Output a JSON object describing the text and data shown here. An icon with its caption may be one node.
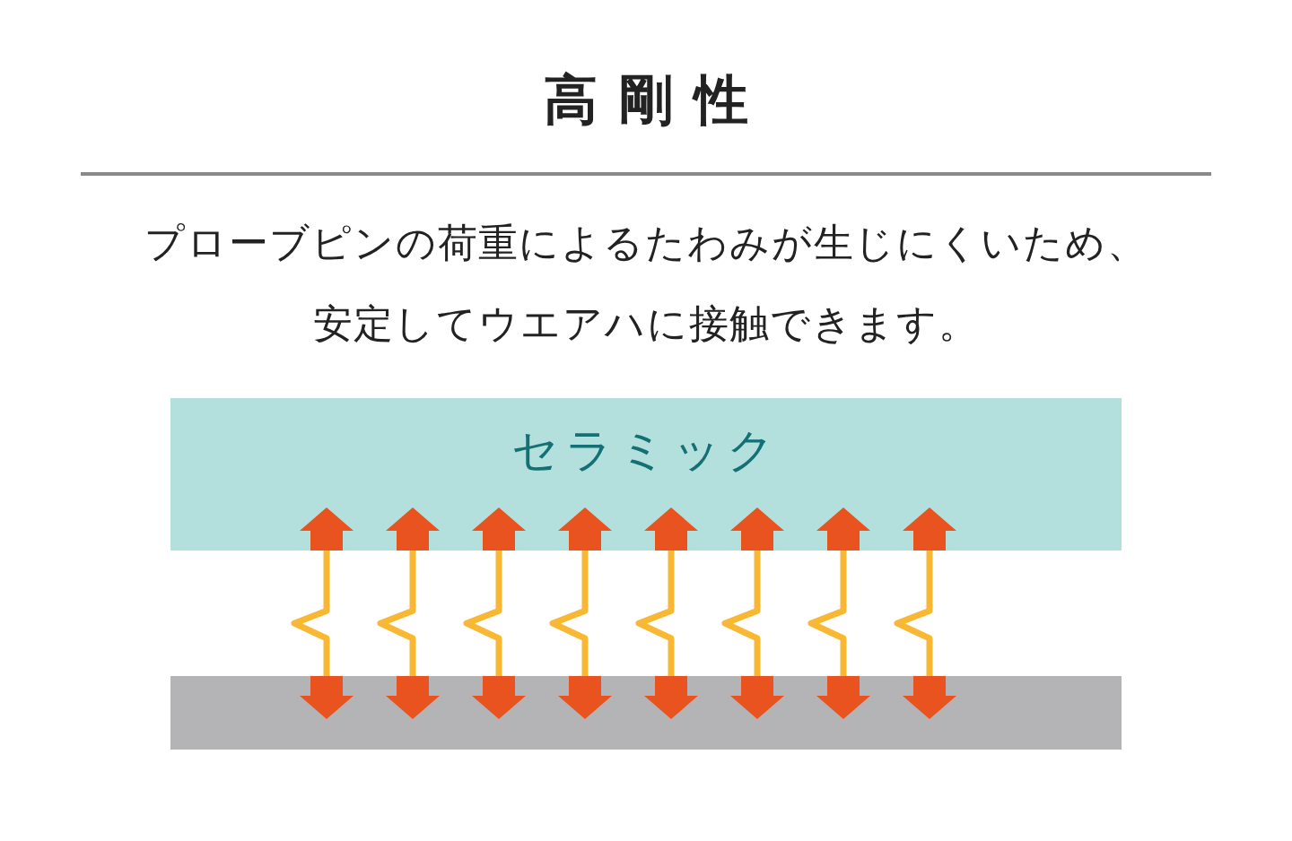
{
  "diagram": {
    "title": "高剛性",
    "nodes": [
      {
        "text": [
          "セラミック"
        ]
      },
      {
        "text": [],
        "shape": "bar"
      }
    ],
    "labels": [
      "プローブピンの荷重によるたわみが生じにくいため、安定してウエアハに接触できます。"
    ]
  }
}
